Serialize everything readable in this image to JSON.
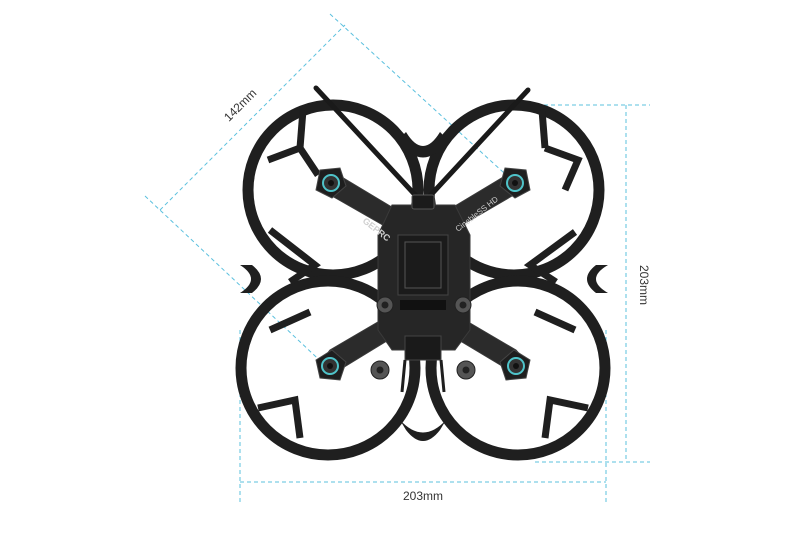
{
  "dimensions": {
    "diagonal_label": "142mm",
    "height_label": "203mm",
    "width_label": "203mm"
  },
  "frame": {
    "brand_text": "GEPRC",
    "model_text": "CinebleSS HD"
  },
  "colors": {
    "dimension_line": "#5bc0de",
    "frame": "#1f1f1f",
    "carbon": "#2b2b2b",
    "motor_accent": "#4fc3c9",
    "background": "#ffffff"
  }
}
